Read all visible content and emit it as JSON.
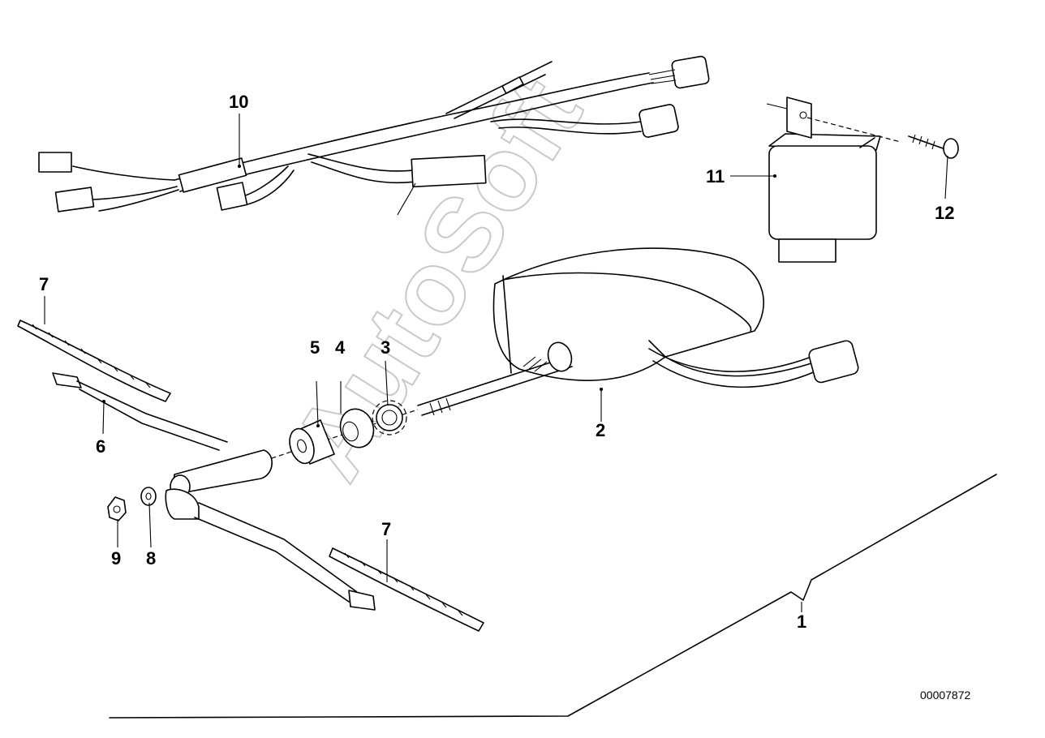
{
  "watermark": "AutoSoft",
  "document_number": "00007872",
  "callouts": {
    "c1": "1",
    "c2": "2",
    "c3": "3",
    "c4": "4",
    "c5": "5",
    "c6": "6",
    "c7a": "7",
    "c7b": "7",
    "c8": "8",
    "c9": "9",
    "c10": "10",
    "c11": "11",
    "c12": "12"
  }
}
